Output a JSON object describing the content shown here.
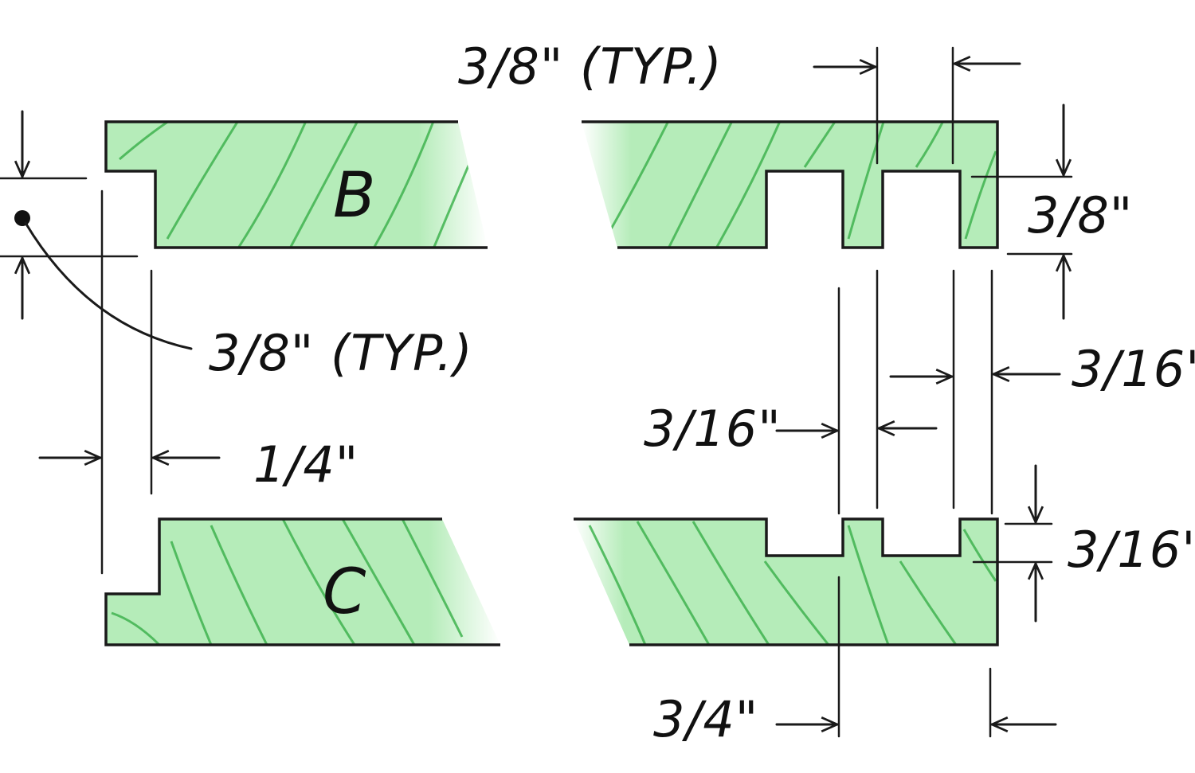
{
  "parts": {
    "B": "B",
    "C": "C"
  },
  "dimensions": {
    "top_slot_width": "3/8\" (TYP.)",
    "tongue_thickness": "3/8\" (TYP.)",
    "offset": "1/4\"",
    "right_depth": "3/8\"",
    "slot_gap_right": "3/16\"",
    "slot_gap_left": "3/16\"",
    "groove_depth": "3/16\"",
    "bottom_width": "3/4\""
  },
  "colors": {
    "wood_fill": "#b5ecb9",
    "wood_grain": "#3fb34f",
    "ink": "#1a1a1a"
  }
}
